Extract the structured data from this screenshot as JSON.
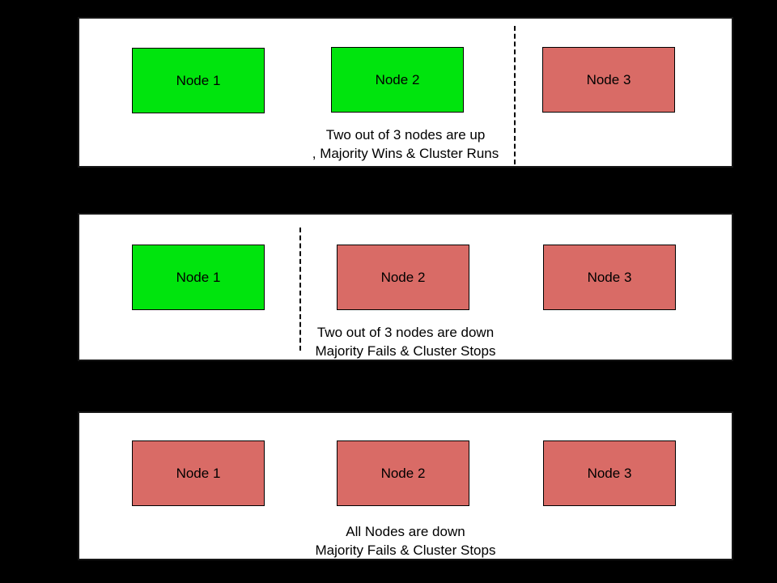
{
  "colors": {
    "up": "#00e40d",
    "down": "#d96b66",
    "background": "#000000",
    "panel_background": "#ffffff",
    "node_border": "#000000",
    "text": "#000000"
  },
  "panels": [
    {
      "id": "scenario-1",
      "nodes": [
        {
          "label": "Node 1",
          "status": "up"
        },
        {
          "label": "Node 2",
          "status": "up"
        },
        {
          "label": "Node 3",
          "status": "down"
        }
      ],
      "caption": {
        "line1": "Two out of 3 nodes are up",
        "line2": ", Majority Wins & Cluster Runs"
      },
      "divider": {
        "present": true,
        "between": "Node 2 and Node 3"
      }
    },
    {
      "id": "scenario-2",
      "nodes": [
        {
          "label": "Node 1",
          "status": "up"
        },
        {
          "label": "Node 2",
          "status": "down"
        },
        {
          "label": "Node 3",
          "status": "down"
        }
      ],
      "caption": {
        "line1": "Two out of 3 nodes are down",
        "line2": "Majority Fails & Cluster Stops"
      },
      "divider": {
        "present": true,
        "between": "Node 1 and Node 2"
      }
    },
    {
      "id": "scenario-3",
      "nodes": [
        {
          "label": "Node 1",
          "status": "down"
        },
        {
          "label": "Node 2",
          "status": "down"
        },
        {
          "label": "Node 3",
          "status": "down"
        }
      ],
      "caption": {
        "line1": "All Nodes are down",
        "line2": "Majority Fails & Cluster Stops"
      },
      "divider": {
        "present": false,
        "between": ""
      }
    }
  ]
}
